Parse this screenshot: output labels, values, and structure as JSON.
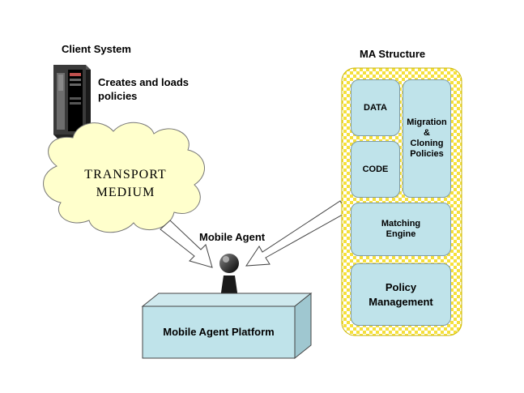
{
  "client_system": {
    "title": "Client System",
    "caption_line1": "Creates and loads",
    "caption_line2": "policies"
  },
  "transport": {
    "line1": "TRANSPORT",
    "line2": "MEDIUM"
  },
  "mobile_agent": {
    "label": "Mobile Agent"
  },
  "platform": {
    "label": "Mobile Agent Platform"
  },
  "ma_structure": {
    "title": "MA Structure",
    "data": "DATA",
    "code": "CODE",
    "migration_line1": "Migration",
    "migration_line2": "&",
    "migration_line3": "Cloning",
    "migration_line4": "Policies",
    "matching_line1": "Matching",
    "matching_line2": "Engine",
    "policy_line1": "Policy",
    "policy_line2": "Management"
  },
  "colors": {
    "cloud_fill": "#ffffcc",
    "box_fill": "#bfe3ea",
    "checker_yellow": "#f5e03c",
    "platform_fill": "#bfe3ea"
  }
}
